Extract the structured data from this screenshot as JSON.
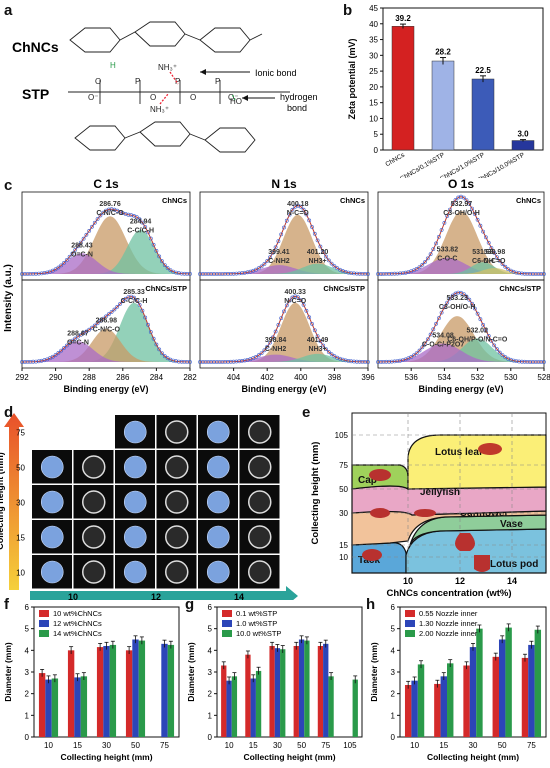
{
  "panel_labels": {
    "a": "a",
    "b": "b",
    "c": "c",
    "d": "d",
    "e": "e",
    "f": "f",
    "g": "g",
    "h": "h"
  },
  "schematic": {
    "chncs_label": "ChNCs",
    "stp_label": "STP",
    "ionic_bond_label": "Ionic bond",
    "hbond_label_1": "hydrogen",
    "hbond_label_2": "bond"
  },
  "photo_panel": {
    "y_axis_label": "Collecting height (mm)",
    "x_axis_label": "ChNCs concentration (wt%)",
    "row_labels": [
      "75",
      "50",
      "30",
      "15",
      "10"
    ],
    "col_labels": [
      "10",
      "12",
      "14"
    ],
    "colors": {
      "arrow_top": "#e8502a",
      "arrow_bottom": "#f5d03a",
      "x_arrow": "#2aa39a"
    }
  },
  "chart_data": [
    {
      "id": "b",
      "type": "bar",
      "categories": [
        "ChNCs",
        "ChNCs/0.1%STP",
        "ChNCs/1.0%STP",
        "ChNCs/10.0%STP"
      ],
      "values": [
        39.2,
        28.2,
        22.5,
        3.0
      ],
      "errors": [
        0.7,
        1.1,
        1.0,
        0.3
      ],
      "value_labels": [
        "39.2",
        "28.2",
        "22.5",
        "3.0"
      ],
      "ylabel": "Zeta potential (mV)",
      "ylim": [
        0,
        45
      ],
      "yticks": [
        0,
        5,
        10,
        15,
        20,
        25,
        30,
        35,
        40,
        45
      ],
      "colors": [
        "#d42121",
        "#9fb3e6",
        "#3c5bb8",
        "#26379c"
      ]
    },
    {
      "id": "c",
      "type": "line",
      "ylabel": "Intensity (a.u.)",
      "panels": [
        {
          "title": "C 1s",
          "xlabel": "Binding energy (eV)",
          "xlim": [
            292,
            282
          ],
          "xticks": [
            "292",
            "290",
            "288",
            "286",
            "284",
            "282"
          ],
          "top": {
            "sample": "ChNCs",
            "peaks": [
              {
                "label": "286.76",
                "assign": "C-N/C-O",
                "pos": 286.76,
                "h": 0.78,
                "w": 0.95,
                "color": "#c89a66"
              },
              {
                "label": "284.94",
                "assign": "C-C/C-H",
                "pos": 284.94,
                "h": 0.6,
                "w": 0.8,
                "color": "#6fc2a1"
              },
              {
                "label": "288.43",
                "assign": "O=C-N",
                "pos": 288.43,
                "h": 0.28,
                "w": 0.9,
                "color": "#a96bc7"
              }
            ]
          },
          "bottom": {
            "sample": "ChNCs/STP",
            "peaks": [
              {
                "label": "285.33",
                "assign": "C-C/C-H",
                "pos": 285.33,
                "h": 0.8,
                "w": 0.85,
                "color": "#6fc2a1"
              },
              {
                "label": "286.98",
                "assign": "C-N/C-O",
                "pos": 286.98,
                "h": 0.45,
                "w": 0.85,
                "color": "#c89a66"
              },
              {
                "label": "288.67",
                "assign": "O=C-N",
                "pos": 288.67,
                "h": 0.28,
                "w": 0.9,
                "color": "#a96bc7"
              }
            ]
          }
        },
        {
          "title": "N 1s",
          "xlabel": "Binding energy (eV)",
          "xlim": [
            406,
            396
          ],
          "xticks": [
            "404",
            "402",
            "400",
            "398",
            "396"
          ],
          "top": {
            "sample": "ChNCs",
            "peaks": [
              {
                "label": "400.18",
                "assign": "N-C=O",
                "pos": 400.18,
                "h": 0.8,
                "w": 0.85,
                "color": "#c89a66"
              },
              {
                "label": "399.41",
                "assign": "C-NH2",
                "pos": 401.3,
                "h": 0.12,
                "w": 1.0,
                "color": "#a96bc7"
              },
              {
                "label": "401.20",
                "assign": "NH3+",
                "pos": 399.0,
                "h": 0.14,
                "w": 0.9,
                "color": "#6fc2a1"
              }
            ]
          },
          "bottom": {
            "sample": "ChNCs/STP",
            "peaks": [
              {
                "label": "400.33",
                "assign": "N-C=O",
                "pos": 400.33,
                "h": 0.8,
                "w": 0.85,
                "color": "#c89a66"
              },
              {
                "label": "398.84",
                "assign": "C-NH2",
                "pos": 401.5,
                "h": 0.1,
                "w": 1.0,
                "color": "#a96bc7"
              },
              {
                "label": "401.49",
                "assign": "NH3+",
                "pos": 399.0,
                "h": 0.11,
                "w": 0.9,
                "color": "#6fc2a1"
              }
            ]
          }
        },
        {
          "title": "O 1s",
          "xlabel": "Binding energy (eV)",
          "xlim": [
            538,
            528
          ],
          "xticks": [
            "536",
            "534",
            "532",
            "530",
            "528"
          ],
          "top": {
            "sample": "ChNCs",
            "peaks": [
              {
                "label": "532.97",
                "assign": "C3-OH/O-H",
                "pos": 532.97,
                "h": 0.85,
                "w": 0.95,
                "color": "#c89a66"
              },
              {
                "label": "533.82",
                "assign": "C-O-C",
                "pos": 533.82,
                "h": 0.22,
                "w": 1.1,
                "color": "#a96bc7"
              },
              {
                "label": "531.68",
                "assign": "C6-OH",
                "pos": 531.68,
                "h": 0.16,
                "w": 0.7,
                "color": "#6fc2a1"
              },
              {
                "label": "530.98",
                "assign": "N-C=O",
                "pos": 530.98,
                "h": 0.08,
                "w": 0.7,
                "color": "#d2c06a"
              }
            ]
          },
          "bottom": {
            "sample": "ChNCs/STP",
            "peaks": [
              {
                "label": "533.23",
                "assign": "C3-OH/O-H",
                "pos": 533.23,
                "h": 0.62,
                "w": 1.0,
                "color": "#c89a66"
              },
              {
                "label": "532.02",
                "assign": "C6-OH/P-O/N-C=O",
                "pos": 532.02,
                "h": 0.32,
                "w": 0.9,
                "color": "#6fc2a1"
              },
              {
                "label": "534.08",
                "assign": "C-O-C/-P2O7",
                "pos": 534.08,
                "h": 0.25,
                "w": 1.1,
                "color": "#a96bc7"
              }
            ]
          }
        }
      ]
    },
    {
      "id": "e",
      "type": "area",
      "ylabel": "Collecting height (mm)",
      "xlabel": "ChNCs concentration (wt%)",
      "xticks": [
        "10",
        "12",
        "14"
      ],
      "yticks": [
        "10",
        "15",
        "30",
        "50",
        "75",
        "105"
      ],
      "regions": [
        "Lotus leaf",
        "Cap",
        "Jellyfish",
        "Sunflower",
        "Vase",
        "Tack",
        "Lotus pod"
      ]
    },
    {
      "id": "f",
      "type": "bar",
      "xlabel": "Collecting height (mm)",
      "ylabel": "Diameter (mm)",
      "ylim": [
        0,
        6
      ],
      "categories": [
        "10",
        "15",
        "30",
        "50",
        "75"
      ],
      "series": [
        {
          "name": "10 wt%ChNCs",
          "values": [
            2.95,
            4.0,
            4.15,
            4.0,
            null
          ],
          "color": "#d42a2a"
        },
        {
          "name": "12 wt%ChNCs",
          "values": [
            2.65,
            2.75,
            4.2,
            4.5,
            4.3
          ],
          "color": "#2c45b8"
        },
        {
          "name": "14 wt%ChNCs",
          "values": [
            2.7,
            2.8,
            4.25,
            4.45,
            4.25
          ],
          "color": "#2a9a4a"
        }
      ]
    },
    {
      "id": "g",
      "type": "bar",
      "xlabel": "Collecting height (mm)",
      "ylabel": "Diameter (mm)",
      "ylim": [
        0,
        6
      ],
      "categories": [
        "10",
        "15",
        "30",
        "50",
        "75",
        "105"
      ],
      "series": [
        {
          "name": "0.1 wt%STP",
          "values": [
            3.3,
            3.8,
            4.2,
            4.2,
            4.2,
            null
          ],
          "color": "#d42a2a"
        },
        {
          "name": "1.0 wt%STP",
          "values": [
            2.6,
            2.7,
            4.1,
            4.5,
            4.3,
            null
          ],
          "color": "#2c45b8"
        },
        {
          "name": "10.0 wt%STP",
          "values": [
            2.8,
            3.05,
            4.05,
            4.45,
            2.8,
            2.65
          ],
          "color": "#2a9a4a"
        }
      ]
    },
    {
      "id": "h",
      "type": "bar",
      "xlabel": "Collecting height (mm)",
      "ylabel": "Diameter (mm)",
      "ylim": [
        0,
        6
      ],
      "categories": [
        "10",
        "15",
        "30",
        "50",
        "75"
      ],
      "series": [
        {
          "name": "0.55 Nozzle inner",
          "values": [
            2.4,
            2.45,
            3.3,
            3.7,
            3.65
          ],
          "color": "#d42a2a"
        },
        {
          "name": "1.30 Nozzle inner",
          "values": [
            2.6,
            2.8,
            4.15,
            4.5,
            4.25
          ],
          "color": "#2c45b8"
        },
        {
          "name": "2.00 Nozzle inner",
          "values": [
            3.35,
            3.4,
            5.0,
            5.05,
            4.95
          ],
          "color": "#2a9a4a"
        }
      ]
    }
  ]
}
